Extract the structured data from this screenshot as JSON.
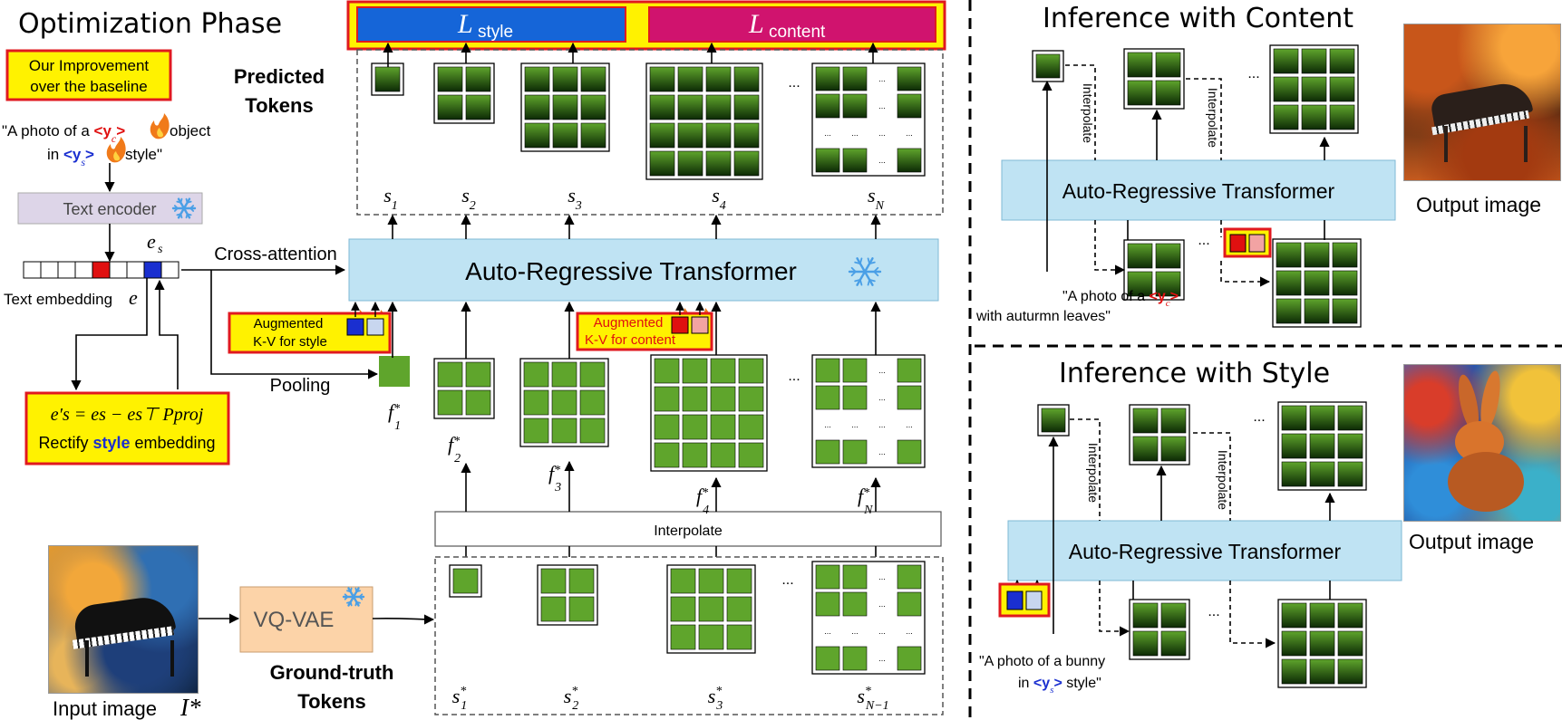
{
  "colors": {
    "yellow": "#fff200",
    "red_border": "#e0191f",
    "blue_loss": "#1565d8",
    "magenta_loss": "#d0136e",
    "transformer": "#bfe3f3",
    "text_encoder": "#ddd5e8",
    "vqvae": "#fcd3a8",
    "token_green": "#5fa52c",
    "token_dark": "#0c2a05",
    "blue_embed": "#1a2fd0",
    "red_embed": "#e01010"
  },
  "headings": {
    "optimization": "Optimization Phase",
    "inference_content": "Inference with Content",
    "inference_style": "Inference with Style"
  },
  "legend": {
    "improvement_line1": "Our Improvement",
    "improvement_line2": "over the baseline"
  },
  "losses": {
    "style_L": "L",
    "style_sub": "style",
    "content_L": "L",
    "content_sub": "content"
  },
  "optimization": {
    "predicted_tokens_line1": "Predicted",
    "predicted_tokens_line2": "Tokens",
    "prompt_line1_a": "\"A photo of a ",
    "prompt_yc": "<y",
    "prompt_yc_sub": "c",
    "prompt_close": ">",
    "prompt_line1_b": "object",
    "prompt_line2_a": "in ",
    "prompt_ys": "<y",
    "prompt_ys_sub": "s",
    "prompt_line2_b": " style\"",
    "text_encoder": "Text encoder",
    "es_label": "e",
    "es_sub": "s",
    "text_embedding": "Text embedding ",
    "text_embedding_e": "e",
    "cross_attention": "Cross-attention",
    "pooling": "Pooling",
    "rectify_label_a": "Rectify ",
    "rectify_label_bold": "style",
    "rectify_label_b": " embedding",
    "formula": "e′s = es − es⊤ Pproj",
    "transformer": "Auto-Regressive Transformer",
    "augmented_style_line1": "Augmented",
    "augmented_style_line2": "K-V for style",
    "augmented_content_line1": "Augmented",
    "augmented_content_line2": "K-V for content",
    "interpolate": "Interpolate",
    "vqvae": "VQ-VAE",
    "ground_truth_line1": "Ground-truth",
    "ground_truth_line2": "Tokens",
    "input_image": "Input image ",
    "input_image_sym": "I*",
    "s_labels": [
      "s",
      "s",
      "s",
      "s",
      "s"
    ],
    "s_subs": [
      "1",
      "2",
      "3",
      "4",
      "N"
    ],
    "f_subs": [
      "1",
      "2",
      "3",
      "4",
      "N"
    ],
    "gt_subs": [
      "1",
      "2",
      "3",
      "N−1"
    ],
    "ellipsis": "..."
  },
  "inference_content": {
    "transformer": "Auto-Regressive Transformer",
    "interpolate": "Interpolate",
    "prompt_line1_a": "\"A photo of a ",
    "prompt_yc": "<y",
    "prompt_yc_sub": "c",
    "prompt_close": ">",
    "prompt_line2": "with auturmn leaves\"",
    "output_image": "Output image",
    "ellipsis": "..."
  },
  "inference_style": {
    "transformer": "Auto-Regressive Transformer",
    "interpolate": "Interpolate",
    "prompt_line1": "\"A photo of a bunny",
    "prompt_line2_a": "in ",
    "prompt_ys": "<y",
    "prompt_ys_sub": "s",
    "prompt_close": ">",
    "prompt_line2_b": " style\"",
    "output_image": "Output image",
    "ellipsis": "..."
  }
}
